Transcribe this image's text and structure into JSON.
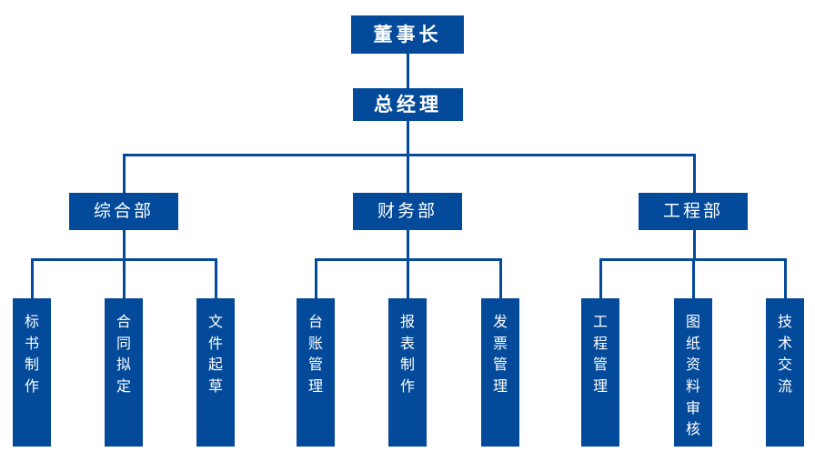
{
  "chart_data": {
    "type": "diagram",
    "diagram_type": "organization-chart",
    "title": "",
    "orientation": "top-down",
    "accent_color": "#034A9A",
    "text_color": "#FFFFFF",
    "background_color": "#FFFFFF",
    "levels": 3
  },
  "org": {
    "root": {
      "label": "董事长",
      "level": 0
    },
    "second": {
      "label": "总经理",
      "level": 1
    },
    "departments": [
      {
        "label": "综合部",
        "level": 2,
        "children": [
          {
            "label": "标书制作",
            "chars": [
              "标",
              "书",
              "制",
              "作"
            ]
          },
          {
            "label": "合同拟定",
            "chars": [
              "合",
              "同",
              "拟",
              "定"
            ]
          },
          {
            "label": "文件起草",
            "chars": [
              "文",
              "件",
              "起",
              "草"
            ]
          }
        ]
      },
      {
        "label": "财务部",
        "level": 2,
        "children": [
          {
            "label": "台账管理",
            "chars": [
              "台",
              "账",
              "管",
              "理"
            ]
          },
          {
            "label": "报表制作",
            "chars": [
              "报",
              "表",
              "制",
              "作"
            ]
          },
          {
            "label": "发票管理",
            "chars": [
              "发",
              "票",
              "管",
              "理"
            ]
          }
        ]
      },
      {
        "label": "工程部",
        "level": 2,
        "children": [
          {
            "label": "工程管理",
            "chars": [
              "工",
              "程",
              "管",
              "理"
            ]
          },
          {
            "label": "图纸资料审核",
            "chars": [
              "图",
              "纸",
              "资",
              "料",
              "审",
              "核"
            ]
          },
          {
            "label": "技术交流",
            "chars": [
              "技",
              "术",
              "交",
              "流"
            ]
          }
        ]
      }
    ]
  }
}
